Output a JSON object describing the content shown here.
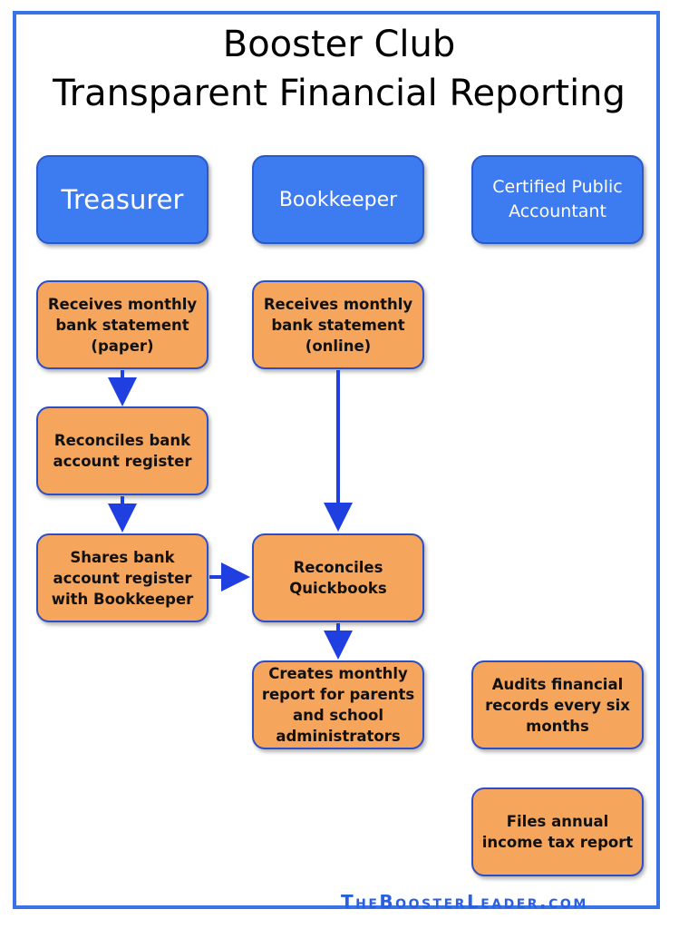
{
  "title": {
    "line1": "Booster Club",
    "line2": "Transparent Financial Reporting"
  },
  "roles": {
    "treasurer": "Treasurer",
    "bookkeeper": "Bookkeeper",
    "cpa": "Certified Public Accountant"
  },
  "tasks": {
    "treasurer_receives": "Receives monthly bank statement (paper)",
    "treasurer_reconciles": "Reconciles bank account register",
    "treasurer_shares": "Shares bank account register with Bookkeeper",
    "bookkeeper_receives": "Receives monthly bank statement (online)",
    "bookkeeper_reconciles": "Reconciles Quickbooks",
    "bookkeeper_report": "Creates monthly report for parents and school administrators",
    "cpa_audits": "Audits financial records every six months",
    "cpa_files": "Files annual income tax report"
  },
  "footer": "TheBoosterLeader.com",
  "colors": {
    "role_fill": "#3d7bf0",
    "task_fill": "#f5a55c",
    "arrow": "#1f3fe0",
    "frame": "#3a73e6"
  }
}
